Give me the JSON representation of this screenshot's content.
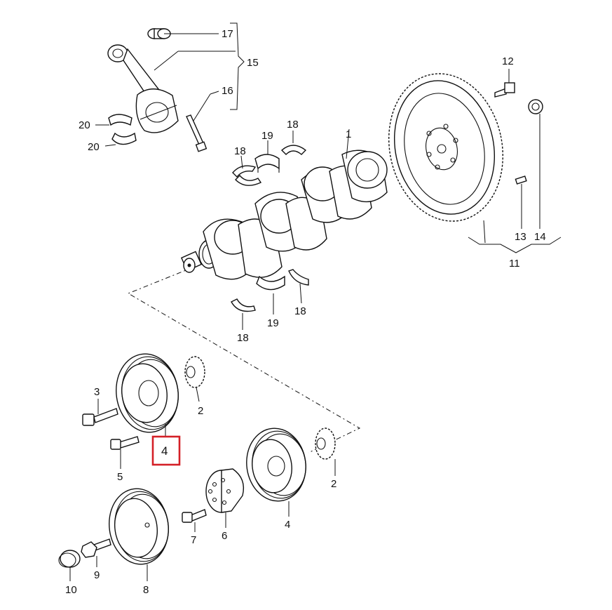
{
  "highlight_color": "#d42027",
  "callouts": [
    {
      "id": "c1",
      "text": "1"
    },
    {
      "id": "c2a",
      "text": "2"
    },
    {
      "id": "c2b",
      "text": "2"
    },
    {
      "id": "c3",
      "text": "3"
    },
    {
      "id": "c4a",
      "text": "4"
    },
    {
      "id": "c4b",
      "text": "4"
    },
    {
      "id": "c5",
      "text": "5"
    },
    {
      "id": "c6",
      "text": "6"
    },
    {
      "id": "c7",
      "text": "7"
    },
    {
      "id": "c8",
      "text": "8"
    },
    {
      "id": "c9",
      "text": "9"
    },
    {
      "id": "c10",
      "text": "10"
    },
    {
      "id": "c11",
      "text": "11"
    },
    {
      "id": "c12",
      "text": "12"
    },
    {
      "id": "c13",
      "text": "13"
    },
    {
      "id": "c14",
      "text": "14"
    },
    {
      "id": "c15",
      "text": "15"
    },
    {
      "id": "c16",
      "text": "16"
    },
    {
      "id": "c17",
      "text": "17"
    },
    {
      "id": "c18a",
      "text": "18"
    },
    {
      "id": "c18b",
      "text": "18"
    },
    {
      "id": "c18c",
      "text": "18"
    },
    {
      "id": "c18d",
      "text": "18"
    },
    {
      "id": "c19a",
      "text": "19"
    },
    {
      "id": "c19b",
      "text": "19"
    },
    {
      "id": "c20a",
      "text": "20"
    },
    {
      "id": "c20b",
      "text": "20"
    }
  ]
}
